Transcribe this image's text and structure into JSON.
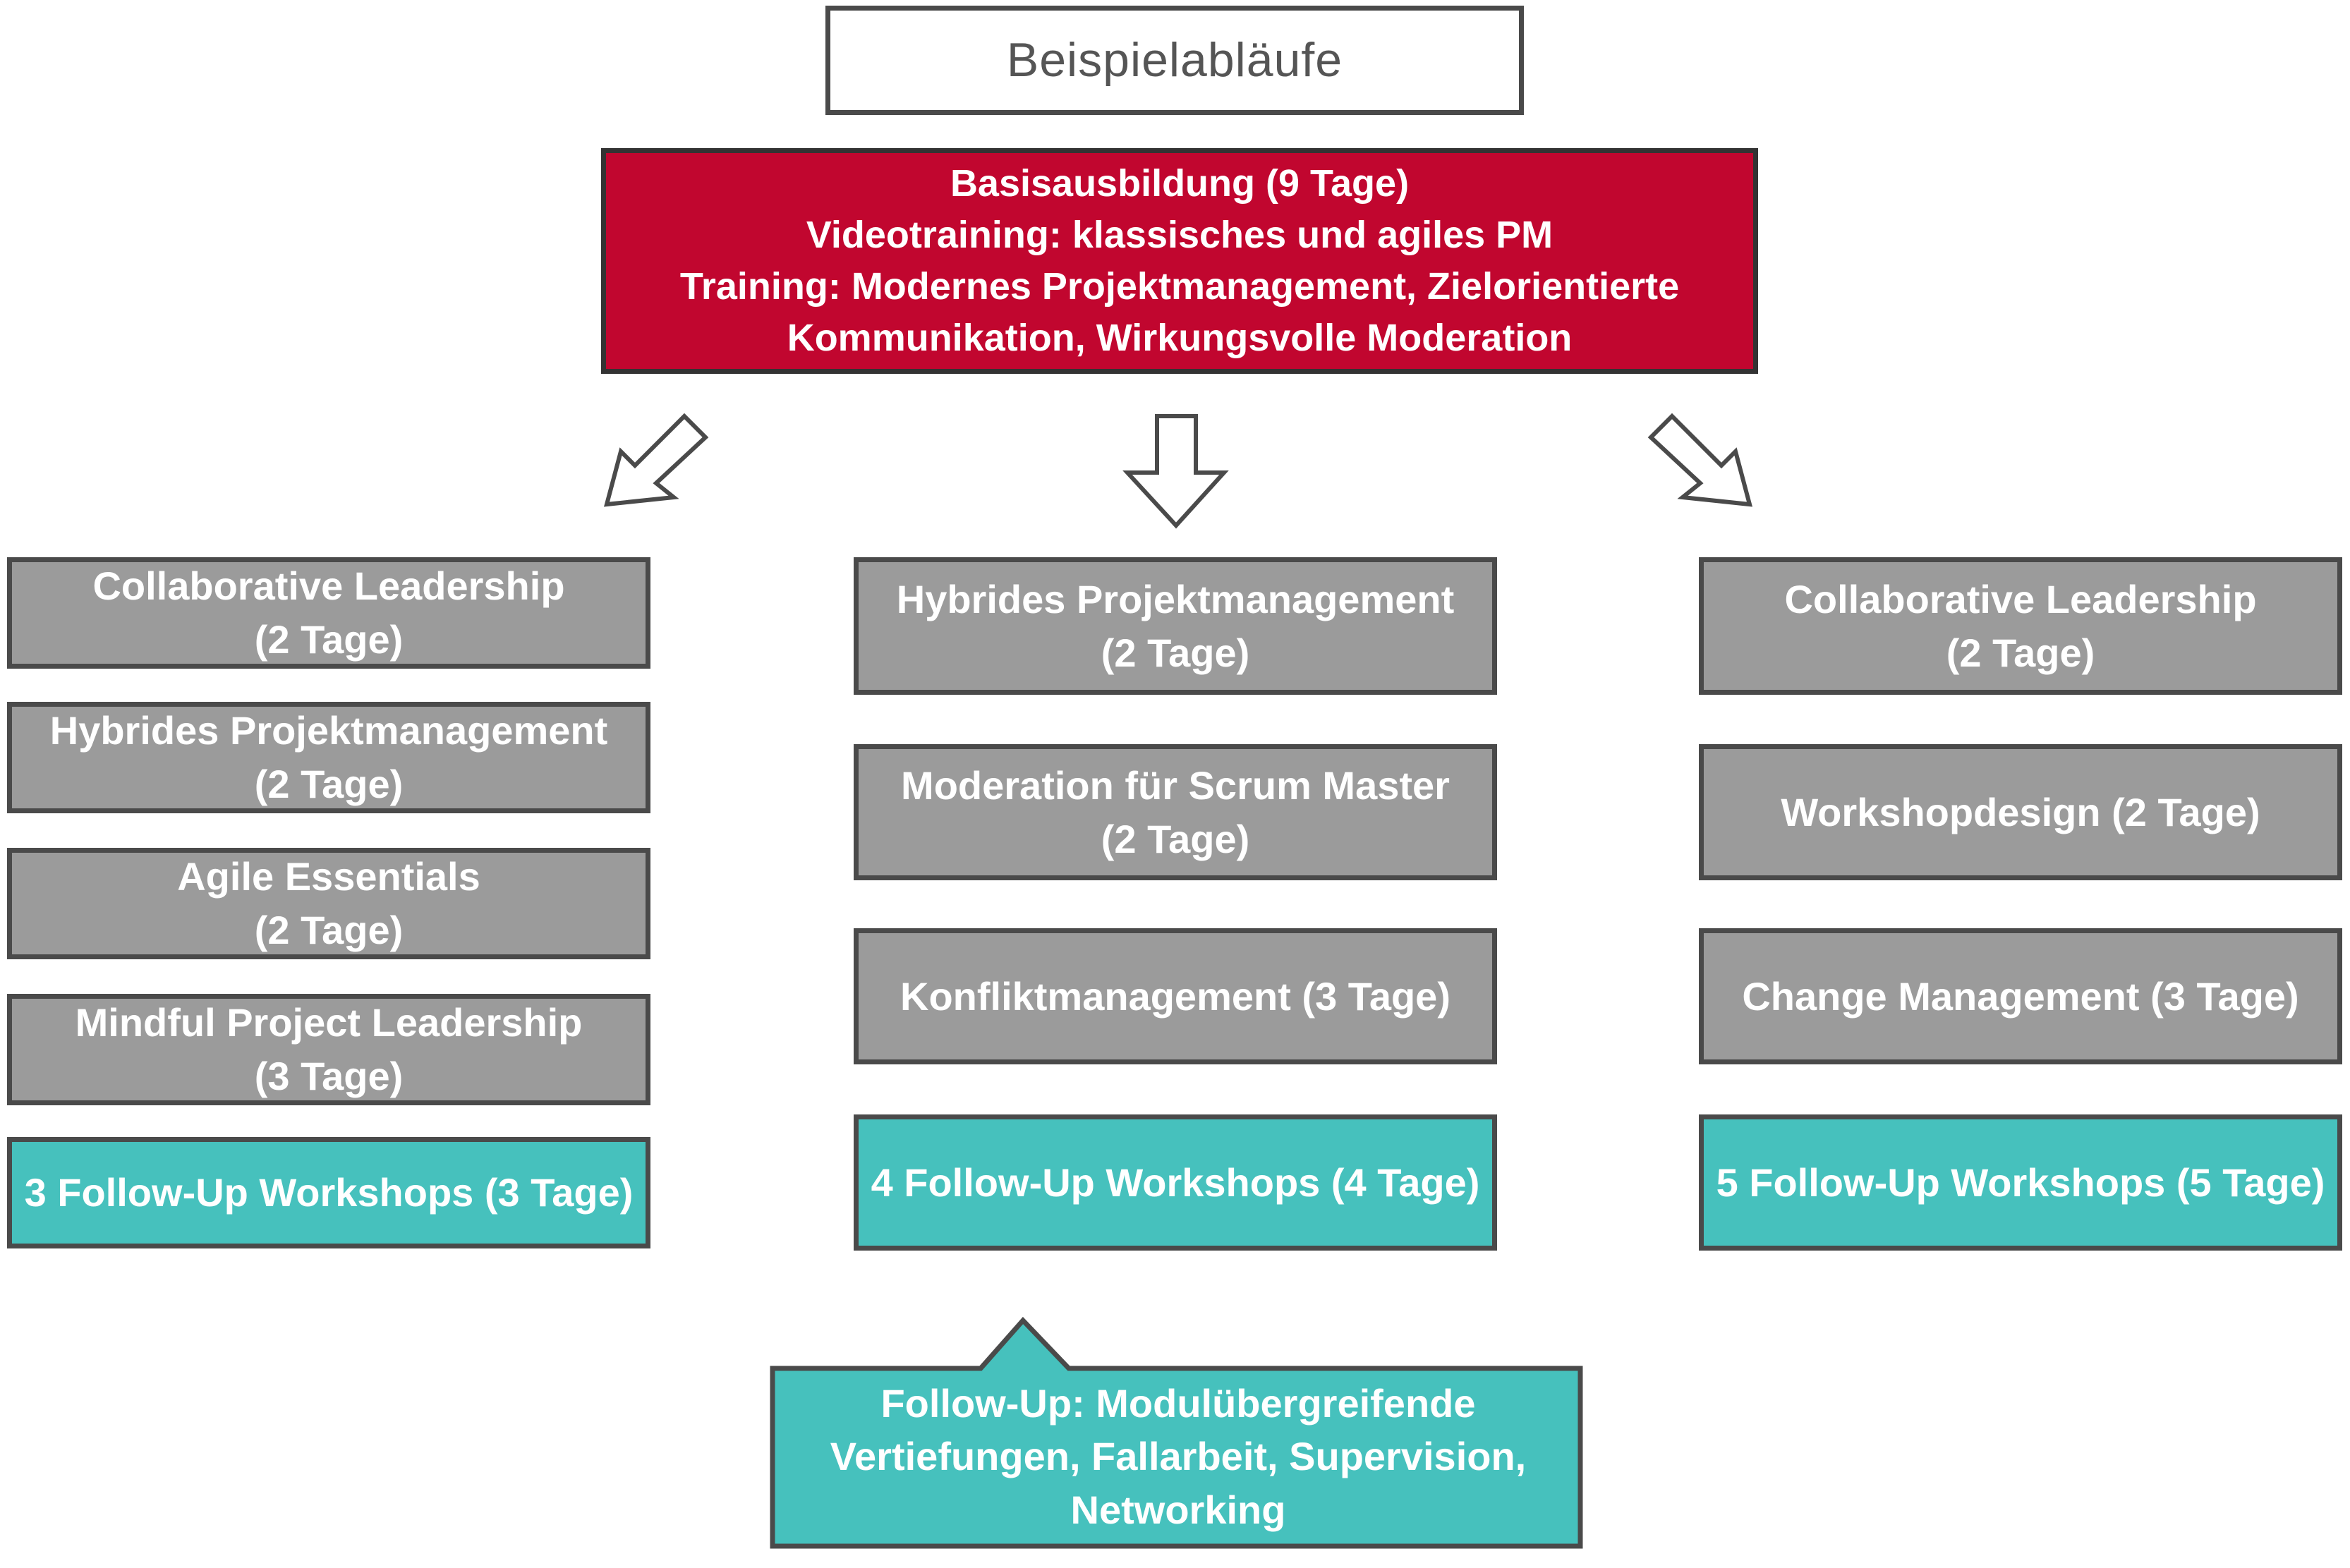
{
  "title": "Beispielabläufe",
  "basis": {
    "lines": [
      "Basisausbildung (9 Tage)",
      "Videotraining: klassisches und agiles PM",
      "Training: Modernes Projektmanagement, Zielorientierte",
      "Kommunikation, Wirkungsvolle Moderation"
    ]
  },
  "columns": [
    {
      "modules": [
        {
          "lines": [
            "Collaborative Leadership",
            "(2 Tage)"
          ]
        },
        {
          "lines": [
            "Hybrides Projektmanagement",
            "(2 Tage)"
          ]
        },
        {
          "lines": [
            "Agile Essentials",
            "(2 Tage)"
          ]
        },
        {
          "lines": [
            "Mindful Project Leadership",
            "(3 Tage)"
          ]
        }
      ],
      "follow_up": "3 Follow-Up Workshops (3 Tage)"
    },
    {
      "modules": [
        {
          "lines": [
            "Hybrides Projektmanagement",
            "(2 Tage)"
          ]
        },
        {
          "lines": [
            "Moderation für Scrum Master",
            "(2 Tage)"
          ]
        },
        {
          "lines": [
            "Konfliktmanagement (3 Tage)"
          ]
        }
      ],
      "follow_up": "4 Follow-Up Workshops (4 Tage)"
    },
    {
      "modules": [
        {
          "lines": [
            "Collaborative Leadership",
            "(2 Tage)"
          ]
        },
        {
          "lines": [
            "Workshopdesign (2 Tage)"
          ]
        },
        {
          "lines": [
            "Change Management (3 Tage)"
          ]
        }
      ],
      "follow_up": "5 Follow-Up Workshops (5 Tage)"
    }
  ],
  "footer": {
    "lines": [
      "Follow-Up: Modulübergreifende",
      "Vertiefungen, Fallarbeit, Supervision,",
      "Networking"
    ]
  },
  "colors": {
    "module": "#9b9b9b",
    "follow_up": "#46c1bd",
    "basis": "#c1062f",
    "border": "#4a4a4a"
  }
}
